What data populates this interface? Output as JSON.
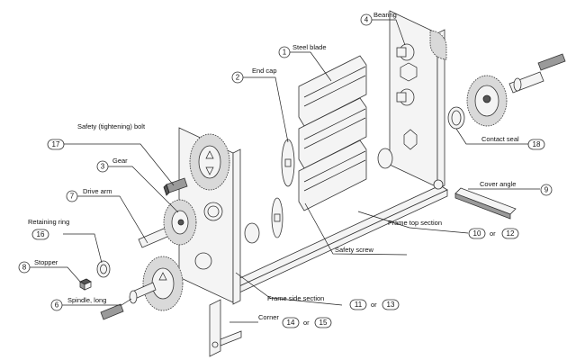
{
  "callouts": [
    {
      "num": "1",
      "label": "Steel blade"
    },
    {
      "num": "2",
      "label": "End cap"
    },
    {
      "num": "3",
      "label": "Gear"
    },
    {
      "num": "4",
      "label": "Bearing"
    },
    {
      "num": "6",
      "label": "Spindle, long"
    },
    {
      "num": "7",
      "label": "Drive arm"
    },
    {
      "num": "8",
      "label": "Stopper"
    },
    {
      "num": "9",
      "label": "Cover angle"
    },
    {
      "num": "16",
      "label": "Retaining ring"
    },
    {
      "num": "17",
      "label": "Safety (tightening) bolt"
    },
    {
      "num": "18",
      "label": "Contact seal"
    }
  ],
  "pair_callouts": [
    {
      "num_a": "10",
      "or": "or",
      "num_b": "12",
      "label": "Frame top section"
    },
    {
      "num_a": "11",
      "or": "or",
      "num_b": "13",
      "label": "Frame side section"
    },
    {
      "num_a": "14",
      "or": "or",
      "num_b": "15",
      "label": "Corner"
    }
  ],
  "plain_labels": [
    {
      "label": "Safety screw"
    }
  ]
}
